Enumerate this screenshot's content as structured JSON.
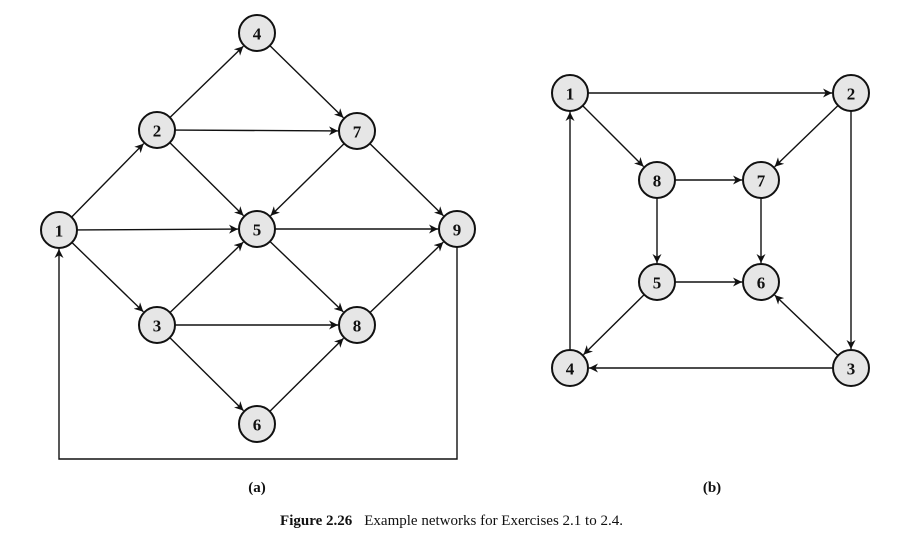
{
  "graphs": [
    {
      "id": "a",
      "label": "(a)",
      "nodes": [
        "1",
        "2",
        "3",
        "4",
        "5",
        "6",
        "7",
        "8",
        "9"
      ],
      "edges": [
        [
          "1",
          "2"
        ],
        [
          "1",
          "5"
        ],
        [
          "1",
          "3"
        ],
        [
          "2",
          "4"
        ],
        [
          "2",
          "7"
        ],
        [
          "2",
          "5"
        ],
        [
          "4",
          "7"
        ],
        [
          "7",
          "5"
        ],
        [
          "7",
          "9"
        ],
        [
          "5",
          "9"
        ],
        [
          "5",
          "8"
        ],
        [
          "3",
          "5"
        ],
        [
          "3",
          "8"
        ],
        [
          "3",
          "6"
        ],
        [
          "6",
          "8"
        ],
        [
          "8",
          "9"
        ],
        [
          "9",
          "1"
        ]
      ]
    },
    {
      "id": "b",
      "label": "(b)",
      "nodes": [
        "1",
        "2",
        "3",
        "4",
        "5",
        "6",
        "7",
        "8"
      ],
      "edges": [
        [
          "1",
          "2"
        ],
        [
          "1",
          "8"
        ],
        [
          "2",
          "7"
        ],
        [
          "2",
          "3"
        ],
        [
          "8",
          "7"
        ],
        [
          "8",
          "5"
        ],
        [
          "7",
          "6"
        ],
        [
          "5",
          "6"
        ],
        [
          "5",
          "4"
        ],
        [
          "3",
          "6"
        ],
        [
          "3",
          "4"
        ],
        [
          "4",
          "1"
        ]
      ]
    }
  ],
  "caption": {
    "figure_label": "Figure 2.26",
    "text": "Example networks for Exercises 2.1 to 2.4."
  },
  "colors": {
    "node_fill": "#e6e6e6",
    "stroke": "#111111"
  }
}
